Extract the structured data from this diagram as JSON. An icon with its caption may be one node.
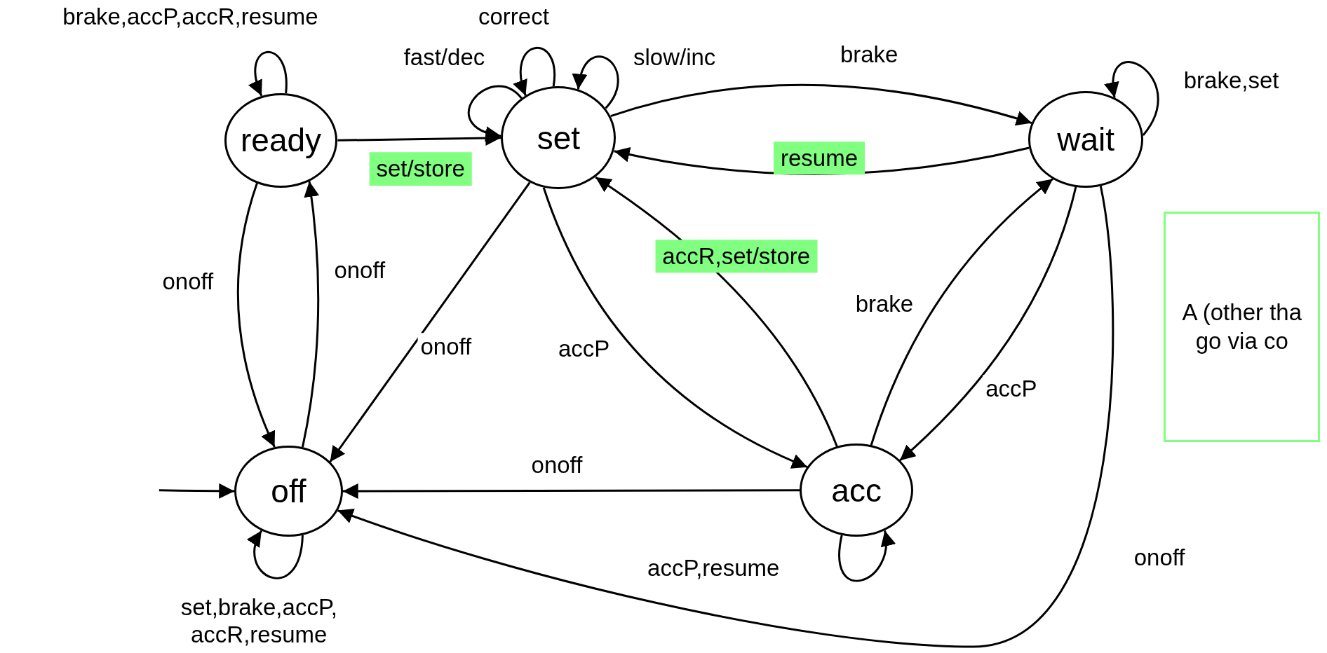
{
  "diagram": {
    "nodes": [
      {
        "text": [
          "ready"
        ]
      },
      {
        "text": [
          "set"
        ]
      },
      {
        "text": [
          "wait"
        ]
      },
      {
        "text": [
          "off"
        ]
      },
      {
        "text": [
          "acc"
        ]
      },
      {
        "text": [
          "A (other tha go via co"
        ]
      }
    ],
    "edges": [
      {
        "from": 0,
        "to": 0,
        "label": "brake,accP,accR,resume",
        "arrow": "to"
      },
      {
        "from": 0,
        "to": 1,
        "label": "set/store",
        "arrow": "to"
      },
      {
        "from": 1,
        "to": 1,
        "label": "fast/dec",
        "arrow": "to"
      },
      {
        "from": 1,
        "to": 1,
        "label": "correct",
        "arrow": "to"
      },
      {
        "from": 1,
        "to": 1,
        "label": "slow/inc",
        "arrow": "to"
      },
      {
        "from": 1,
        "to": 2,
        "label": "brake",
        "arrow": "to"
      },
      {
        "from": 2,
        "to": 1,
        "label": "resume",
        "arrow": "to"
      },
      {
        "from": 2,
        "to": 2,
        "label": "brake,set",
        "arrow": "to"
      },
      {
        "from": 0,
        "to": 3,
        "label": "onoff",
        "arrow": "to"
      },
      {
        "from": 3,
        "to": 0,
        "label": "onoff",
        "arrow": "to"
      },
      {
        "from": 1,
        "to": 3,
        "label": "onoff",
        "arrow": "to"
      },
      {
        "from": 1,
        "to": 4,
        "label": "accP",
        "arrow": "to"
      },
      {
        "from": 4,
        "to": 1,
        "label": "accR,set/store",
        "arrow": "to"
      },
      {
        "from": 4,
        "to": 2,
        "label": "brake",
        "arrow": "to"
      },
      {
        "from": 2,
        "to": 4,
        "label": "accP",
        "arrow": "to"
      },
      {
        "from": 4,
        "to": 3,
        "label": "onoff",
        "arrow": "to"
      },
      {
        "from": 2,
        "to": 3,
        "label": "onoff",
        "arrow": "to"
      },
      {
        "from": null,
        "to": 3,
        "arrow": "to"
      },
      {
        "from": 3,
        "to": 3,
        "label": "set,brake,accP, accR,resume",
        "arrow": "to"
      },
      {
        "from": 4,
        "to": 4,
        "label": "accP,resume",
        "arrow": "to"
      }
    ]
  }
}
